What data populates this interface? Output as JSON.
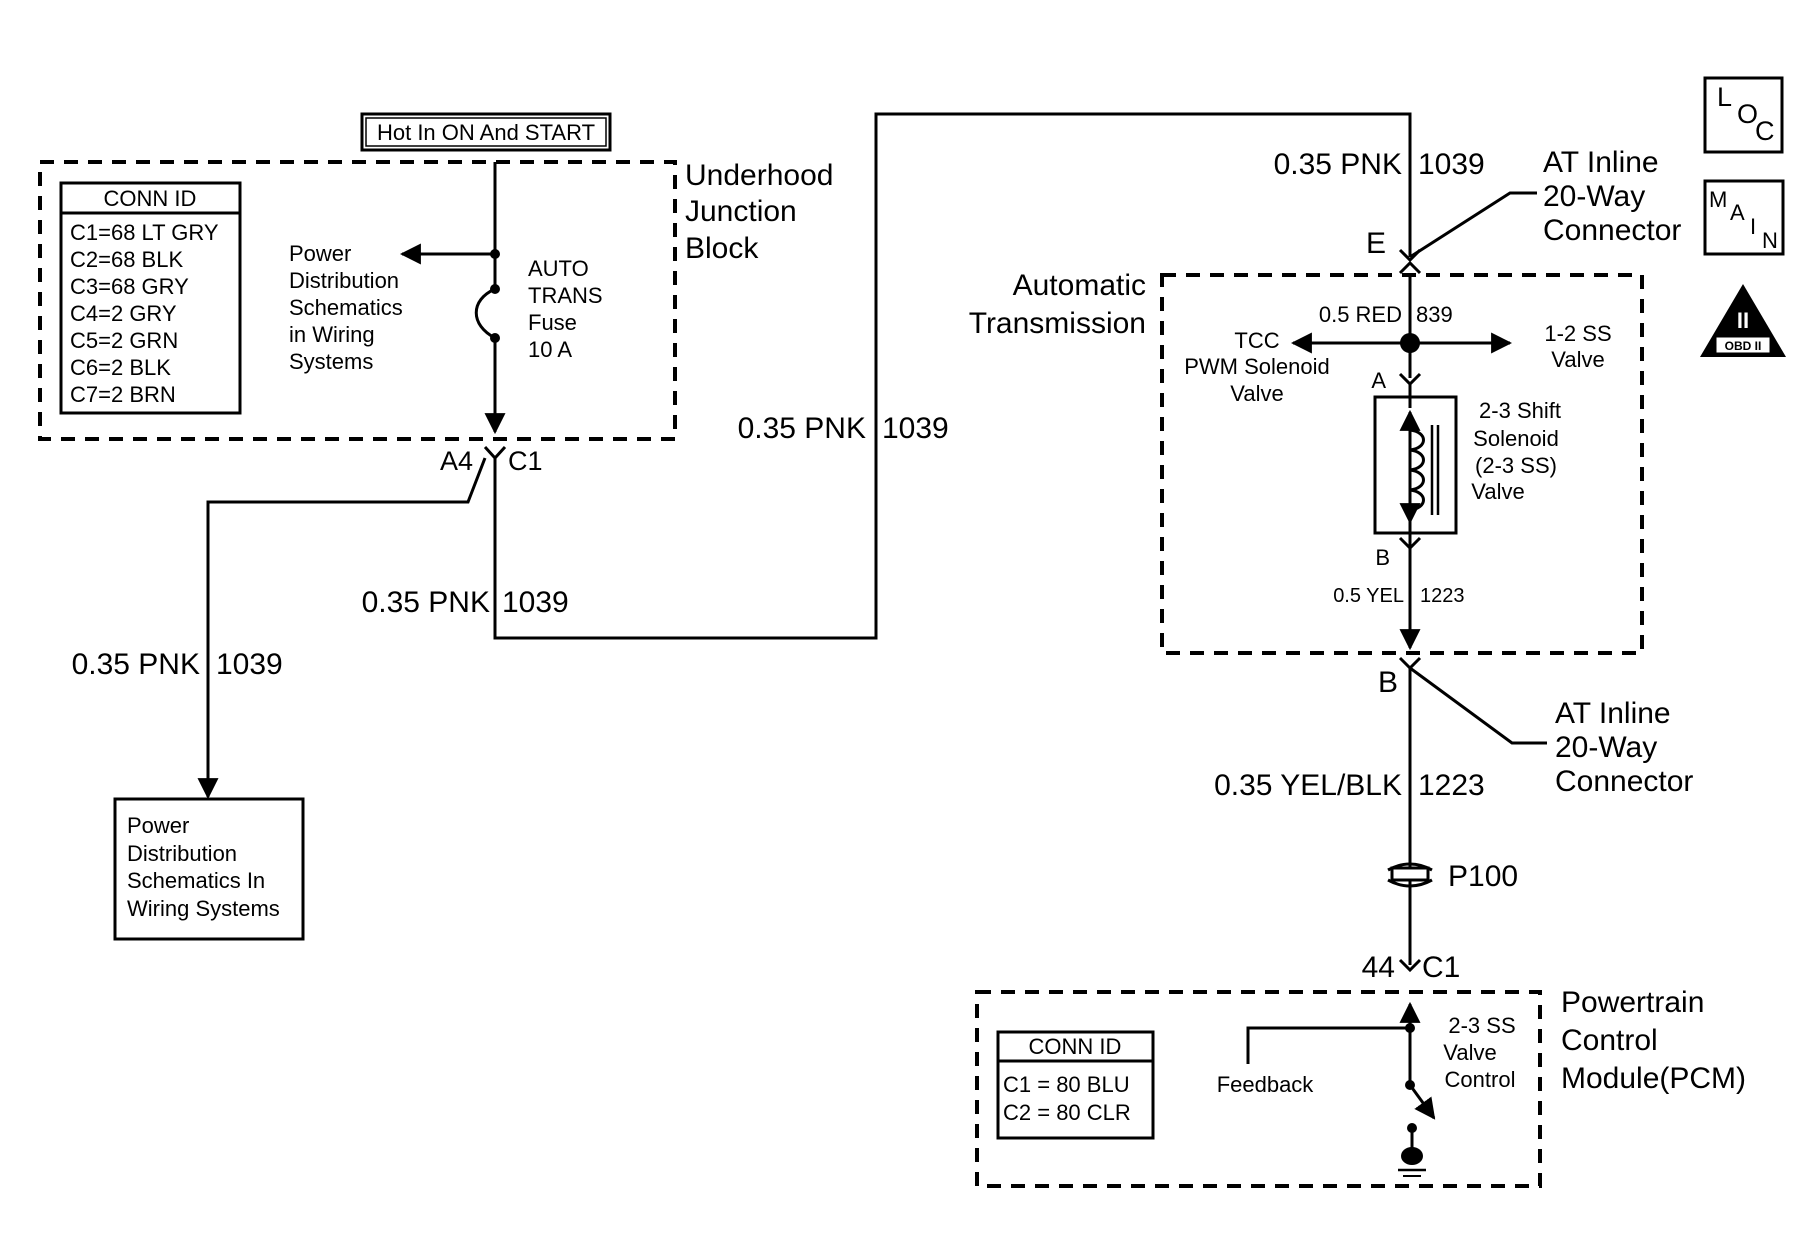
{
  "hot_box": "Hot In ON And START",
  "underhood": {
    "title": [
      "Underhood",
      "Junction",
      "Block"
    ],
    "conn_header": "CONN ID",
    "conn_rows": [
      "C1=68 LT GRY",
      "C2=68 BLK",
      "C3=68 GRY",
      "C4=2 GRY",
      "C5=2 GRN",
      "C6=2 BLK",
      "C7=2 BRN"
    ],
    "power_ref": [
      "Power",
      "Distribution",
      "Schematics",
      "in Wiring",
      "Systems"
    ],
    "fuse": [
      "AUTO",
      "TRANS",
      "Fuse",
      "10 A"
    ],
    "pin_left": "A4",
    "pin_right": "C1"
  },
  "wires": {
    "top_gauge": "0.35 PNK",
    "top_circuit": "1039",
    "mid_gauge": "0.35 PNK",
    "mid_circuit": "1039",
    "low_gauge": "0.35 PNK",
    "low_circuit": "1039",
    "left_gauge": "0.35 PNK",
    "left_circuit": "1039",
    "red_gauge": "0.5 RED",
    "red_circuit": "839",
    "yel_gauge": "0.5 YEL",
    "yel_circuit": "1223",
    "yelblk_gauge": "0.35 YEL/BLK",
    "yelblk_circuit": "1223"
  },
  "power_box": [
    "Power",
    "Distribution",
    "Schematics In",
    "Wiring Systems"
  ],
  "inline_top": {
    "label": [
      "AT Inline",
      "20-Way",
      "Connector"
    ],
    "pin": "E"
  },
  "inline_bottom": {
    "label": [
      "AT Inline",
      "20-Way",
      "Connector"
    ],
    "pin": "B"
  },
  "transmission": {
    "title": [
      "Automatic",
      "Transmission"
    ],
    "tcc": [
      "TCC",
      "PWM Solenoid",
      "Valve"
    ],
    "ss12": [
      "1-2 SS",
      "Valve"
    ],
    "solenoid": [
      "2-3 Shift",
      "Solenoid",
      "(2-3 SS)",
      "Valve"
    ],
    "pin_a": "A",
    "pin_b": "B"
  },
  "splice": "P100",
  "pcm": {
    "pin_num": "44",
    "pin_conn": "C1",
    "title": [
      "Powertrain",
      "Control",
      "Module(PCM)"
    ],
    "conn_header": "CONN ID",
    "conn_rows": [
      "C1 = 80 BLU",
      "C2 = 80 CLR"
    ],
    "feedback": "Feedback",
    "control": [
      "2-3 SS",
      "Valve",
      "Control"
    ]
  },
  "badges": {
    "loc": [
      "L",
      "O",
      "C"
    ],
    "main": [
      "M",
      "A",
      "I",
      "N"
    ],
    "obd": [
      "II",
      "OBD II"
    ]
  }
}
